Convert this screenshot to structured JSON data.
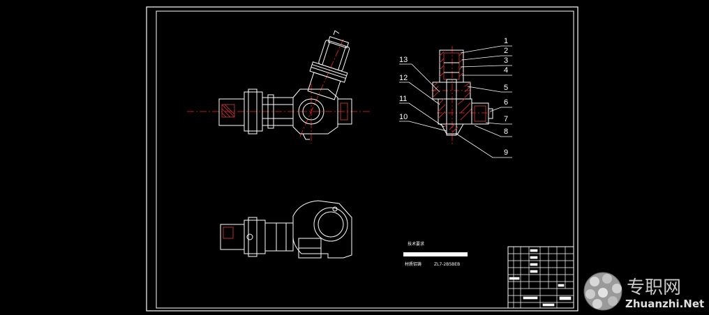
{
  "part_numbers": [
    "1",
    "2",
    "3",
    "4",
    "5",
    "6",
    "7",
    "8",
    "9",
    "10",
    "11",
    "12",
    "13"
  ],
  "notes": {
    "heading": "技术要求",
    "line": "材质铝铸",
    "code": "ZL7-2B5BEB"
  },
  "watermark": {
    "chinese": "专职网",
    "english": "Zhuanzhi.Net"
  },
  "colors": {
    "background": "#000000",
    "lines": "#ffffff",
    "centerline": "#ff2020",
    "hatch": "#b03030"
  }
}
